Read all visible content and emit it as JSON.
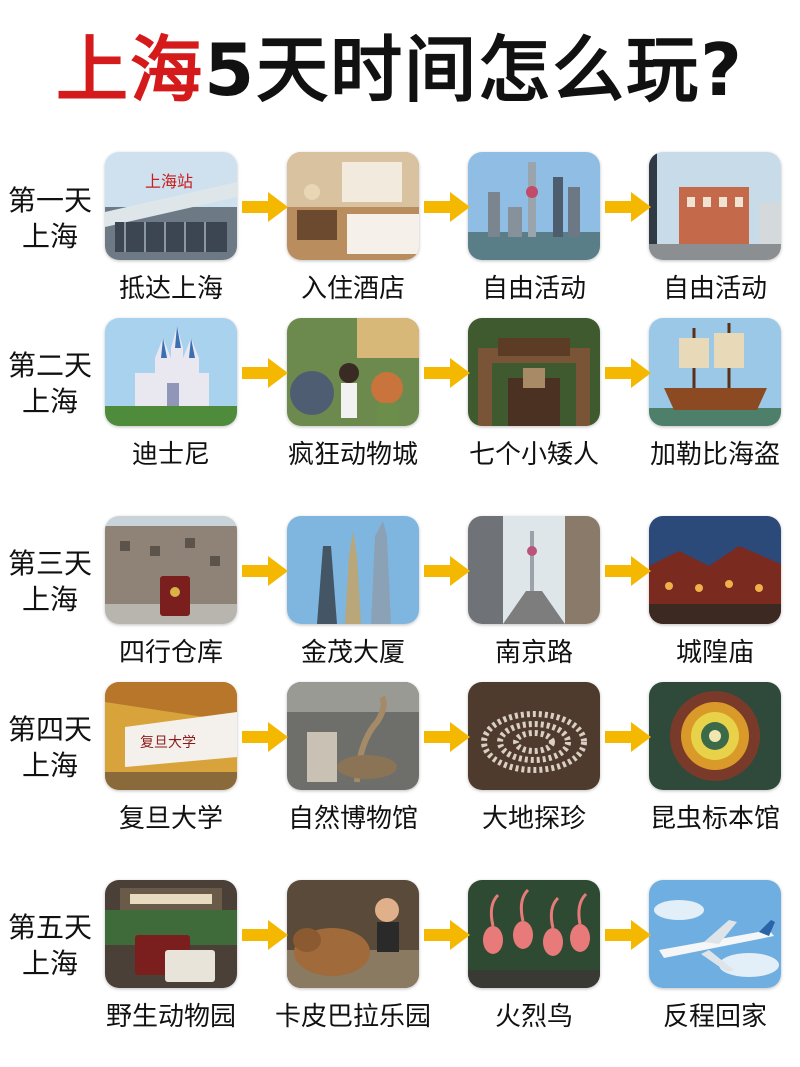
{
  "title": {
    "part1": "上海",
    "part2": "5天时间怎么玩?"
  },
  "days": [
    {
      "label": [
        "第一天",
        "上海"
      ],
      "items": [
        "抵达上海",
        "入住酒店",
        "自由活动",
        "自由活动"
      ]
    },
    {
      "label": [
        "第二天",
        "上海"
      ],
      "items": [
        "迪士尼",
        "疯狂动物城",
        "七个小矮人",
        "加勒比海盗"
      ]
    },
    {
      "label": [
        "第三天",
        "上海"
      ],
      "items": [
        "四行仓库",
        "金茂大厦",
        "南京路",
        "城隍庙"
      ]
    },
    {
      "label": [
        "第四天",
        "上海"
      ],
      "items": [
        "复旦大学",
        "自然博物馆",
        "大地探珍",
        "昆虫标本馆"
      ]
    },
    {
      "label": [
        "第五天",
        "上海"
      ],
      "items": [
        "野生动物园",
        "卡皮巴拉乐园",
        "火烈鸟",
        "反程回家"
      ]
    }
  ],
  "colors": {
    "title_red": "#d41a1a",
    "arrow": "#f5b800"
  },
  "icons": "arrow-right-icon"
}
